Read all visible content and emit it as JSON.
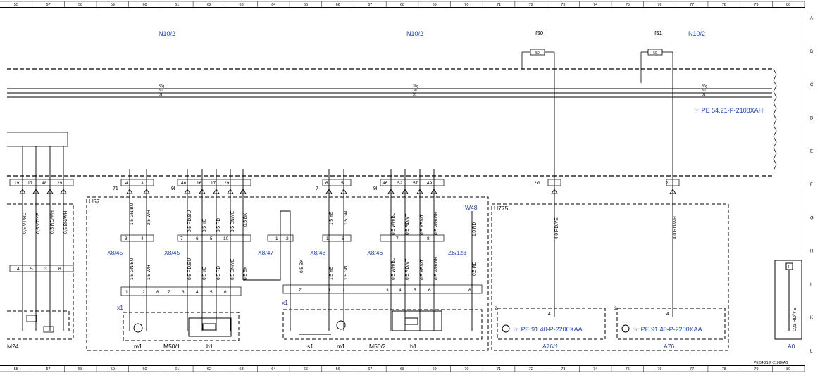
{
  "ruler_top": [
    "55",
    "57",
    "58",
    "59",
    "60",
    "61",
    "62",
    "63",
    "64",
    "65",
    "66",
    "67",
    "68",
    "69",
    "70",
    "71",
    "72",
    "73",
    "74",
    "75",
    "76",
    "77",
    "78",
    "79",
    "80"
  ],
  "ruler_bottom": [
    "55",
    "57",
    "58",
    "59",
    "60",
    "61",
    "62",
    "63",
    "64",
    "65",
    "66",
    "67",
    "68",
    "69",
    "70",
    "71",
    "72",
    "73",
    "74",
    "75",
    "76",
    "77",
    "78",
    "79",
    "80"
  ],
  "ruler_side": [
    "A",
    "B",
    "C",
    "D",
    "E",
    "F",
    "G",
    "H",
    "I",
    "K",
    "L"
  ],
  "header_refs": {
    "n10_left": "N10/2",
    "n10_mid": "N10/2",
    "n10_right": "N10/2",
    "f50": "f50",
    "f51": "f51",
    "fuse_a": "50",
    "fuse_b": "50"
  },
  "bus": {
    "b1": "30g",
    "b2": "30",
    "b3": "31",
    "c1": "30g",
    "c2": "30",
    "c3": "31",
    "d1": "30g",
    "d2": "30",
    "d3": "31"
  },
  "ref_top": "PE 54.21-P-2108XAH",
  "pins_top": [
    "19",
    "17",
    "48",
    "29",
    "4",
    "3",
    "46",
    "16",
    "17",
    "29",
    "6",
    "5",
    "46",
    "52",
    "57",
    "49",
    "2G",
    "2"
  ],
  "connector_ids": {
    "c71": "71",
    "c9l": "9l",
    "c7": "7",
    "c9l2": "9l"
  },
  "wires_upper": [
    "0,5 VT/RD",
    "0,5 VT/YE",
    "0,5 RD/WH",
    "0,5 BN/WH",
    "1,5 GN/BU",
    "2,5 WH",
    "0,5 RD/BU",
    "0,5 YE",
    "0,5 RD",
    "0,5 BN/YE",
    "0,5 BK",
    "1,5 YE",
    "1,5 GN",
    "0,5 WH/BU",
    "0,5 RD/VT",
    "0,5 YE/VT",
    "0,5 WH/GN",
    "1,0 RD",
    "4,0 RD/YE",
    "4,0 RD/WH"
  ],
  "wires_lower": [
    "1,5 GN/BU",
    "1,5 WH",
    "0,5 RD/BU",
    "0,5 YE",
    "0,5 RD",
    "0,5 BN/YE",
    "0,5 BK",
    "0,5 BK",
    "1,5 YE",
    "1,5 GN",
    "0,5 WH/BU",
    "0,5 RD/VT",
    "0,5 YE/VT",
    "0,5 WH/GN",
    "0,5 RD"
  ],
  "labels": {
    "u57": "U57",
    "u775": "U775",
    "w48": "W48",
    "x845a": "X8/45",
    "x845b": "X8/45",
    "x847": "X8/47",
    "x846a": "X8/46",
    "x846b": "X8/46",
    "z6": "Z6/1z3",
    "x1a": "x1",
    "x1b": "x1",
    "m24": "M24",
    "m501": "M50/1",
    "m502": "M50/2",
    "m1a": "m1",
    "b1a": "b1",
    "s1": "s1",
    "m1b": "m1",
    "b1b": "b1",
    "a761": "A76/1",
    "a76": "A76",
    "a0": "A0",
    "ref_a761": "PE 91.40-P-2200XAA",
    "ref_a76": "PE 91.40-P-2200XAA",
    "a0_wire": "2,5 RD/YE",
    "a0_top": "T",
    "bottom_ref": "PE 54.21-P-2108XAG"
  },
  "pins_mid": [
    "3",
    "4",
    "7",
    "6",
    "5",
    "10",
    "1",
    "2",
    "1",
    "6",
    "7",
    "8"
  ],
  "pins_lower_left": [
    "4",
    "5",
    "3",
    "6"
  ],
  "pins_bottom": [
    "1",
    "2",
    "8",
    "7",
    "3",
    "4",
    "5",
    "6",
    "7",
    "1",
    "2",
    "3",
    "4",
    "5",
    "6",
    "8",
    "4",
    "4",
    "2",
    "2"
  ],
  "colors": {
    "ink": "#000000",
    "blue": "#1f3fbf"
  }
}
